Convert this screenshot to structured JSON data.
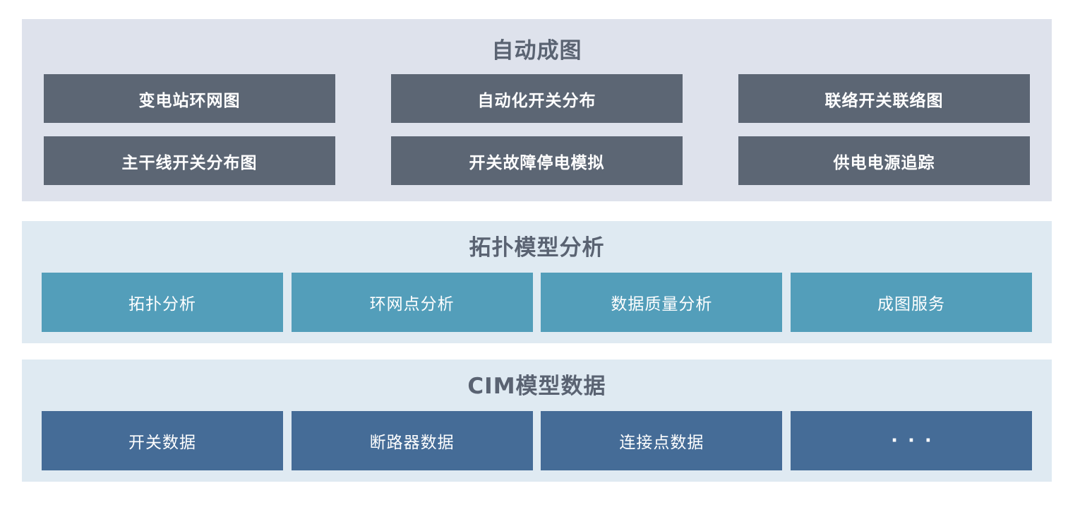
{
  "colors": {
    "layer1_bg": "#dee2ec",
    "layer1_box": "#5c6674",
    "layer2_bg": "#dfeaf2",
    "layer2_box": "#539eba",
    "layer3_bg": "#dfeaf2",
    "layer3_box": "#456c97",
    "title_text": "#5a6372",
    "box_text": "#ffffff"
  },
  "layers": [
    {
      "title": "自动成图",
      "rows": [
        [
          "变电站环网图",
          "自动化开关分布",
          "联络开关联络图"
        ],
        [
          "主干线开关分布图",
          "开关故障停电模拟",
          "供电电源追踪"
        ]
      ]
    },
    {
      "title": "拓扑模型分析",
      "items": [
        "拓扑分析",
        "环网点分析",
        "数据质量分析",
        "成图服务"
      ]
    },
    {
      "title": "CIM模型数据",
      "items": [
        "开关数据",
        "断路器数据",
        "连接点数据",
        "···"
      ]
    }
  ]
}
